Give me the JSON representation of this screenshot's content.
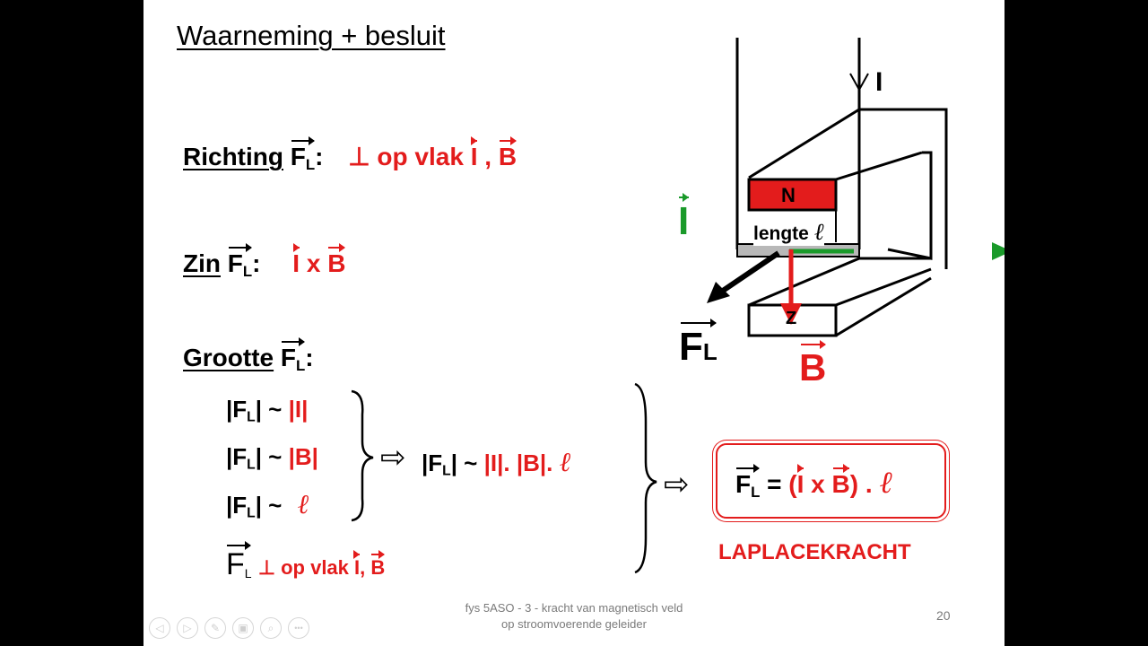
{
  "title": "Waarneming + besluit",
  "richting": {
    "label": "Richting",
    "vec": "F",
    "sub": "L",
    "colon": ":",
    "perp": "⊥ op vlak ",
    "i": "I",
    "sep": " , ",
    "b": "B"
  },
  "zin": {
    "label": "Zin",
    "vec": "F",
    "sub": "L",
    "colon": ":",
    "i": "I",
    "x": " x ",
    "b": "B"
  },
  "grootte": {
    "label": "Grootte",
    "vec": "F",
    "sub": "L",
    "colon": ":"
  },
  "relations": [
    {
      "lhs_pre": "|F",
      "lhs_sub": "L",
      "lhs_post": "| ~ ",
      "rhs": "|I|"
    },
    {
      "lhs_pre": "|F",
      "lhs_sub": "L",
      "lhs_post": "| ~ ",
      "rhs": "|B|"
    },
    {
      "lhs_pre": "|F",
      "lhs_sub": "L",
      "lhs_post": "| ~ ",
      "rhs": "ℓ"
    }
  ],
  "perp_line": {
    "vec": "F",
    "sub": "L",
    "text": "⊥ op vlak ",
    "i": "I",
    "sep": ", ",
    "b": "B"
  },
  "combined": {
    "pre": "|F",
    "sub": "L",
    "post": "| ~ ",
    "rhs": "|I|. |B|. ",
    "ell": "ℓ"
  },
  "arrow_glyph": "⇨",
  "formula": {
    "vec": "F",
    "sub": "L",
    "eq": " = ",
    "open": "(",
    "i": "I",
    "x": " x ",
    "b": "B",
    "close": ") . ",
    "ell": "ℓ"
  },
  "laplace": "LAPLACEKRACHT",
  "diagram": {
    "i_top": "I",
    "north": "N",
    "length_label": "lengte ",
    "ell": "ℓ",
    "i_vec": "I",
    "fl_vec": "F",
    "fl_sub": "L",
    "south": "Z",
    "b_vec": "B",
    "colors": {
      "red": "#e31c1c",
      "green": "#1a9a2a",
      "black": "#000000"
    }
  },
  "footer": {
    "line1": "fys 5ASO - 3 - kracht van magnetisch veld",
    "line2": "op stroomvoerende geleider",
    "page": "20"
  },
  "nav_icons": [
    "prev-icon",
    "next-icon",
    "pen-icon",
    "slides-icon",
    "zoom-icon",
    "more-icon"
  ],
  "nav_glyphs": [
    "◁",
    "▷",
    "✎",
    "▣",
    "⌕",
    "•••"
  ]
}
